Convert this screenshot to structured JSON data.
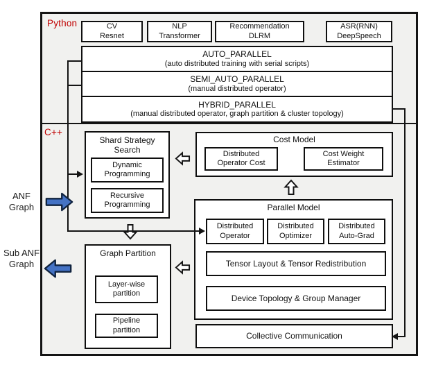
{
  "section_python": {
    "label": "Python",
    "apps": [
      {
        "line1": "CV",
        "line2": "Resnet"
      },
      {
        "line1": "NLP",
        "line2": "Transformer"
      },
      {
        "line1": "Recommendation",
        "line2": "DLRM"
      },
      {
        "line1": "ASR(RNN)",
        "line2": "DeepSpeech"
      }
    ],
    "modes": [
      {
        "title": "AUTO_PARALLEL",
        "subtitle": "(auto distributed training with serial scripts)"
      },
      {
        "title": "SEMI_AUTO_PARALLEL",
        "subtitle": "(manual distributed operator)"
      },
      {
        "title": "HYBRID_PARALLEL",
        "subtitle": "(manual distributed operator, graph partition & cluster topology)"
      }
    ]
  },
  "section_cpp": {
    "label": "C++",
    "shard_strategy": {
      "title": "Shard Strategy Search",
      "items": [
        "Dynamic Programming",
        "Recursive Programming"
      ]
    },
    "cost_model": {
      "title": "Cost Model",
      "items": [
        "Distributed Operator Cost",
        "Cost Weight Estimator"
      ]
    },
    "parallel_model": {
      "title": "Parallel Model",
      "row_items": [
        "Distributed Operator",
        "Distributed Optimizer",
        "Distributed Auto-Grad"
      ],
      "wide_items": [
        "Tensor Layout & Tensor Redistribution",
        "Device Topology & Group Manager"
      ]
    },
    "graph_partition": {
      "title": "Graph Partition",
      "items": [
        "Layer-wise partition",
        "Pipeline partition"
      ]
    },
    "collective": {
      "label": "Collective Communication"
    }
  },
  "io": {
    "input_label": "ANF Graph",
    "output_label": "Sub ANF Graph"
  },
  "colors": {
    "accent_blue": "#4472c4",
    "label_red": "#c00000",
    "line_black": "#141414"
  }
}
